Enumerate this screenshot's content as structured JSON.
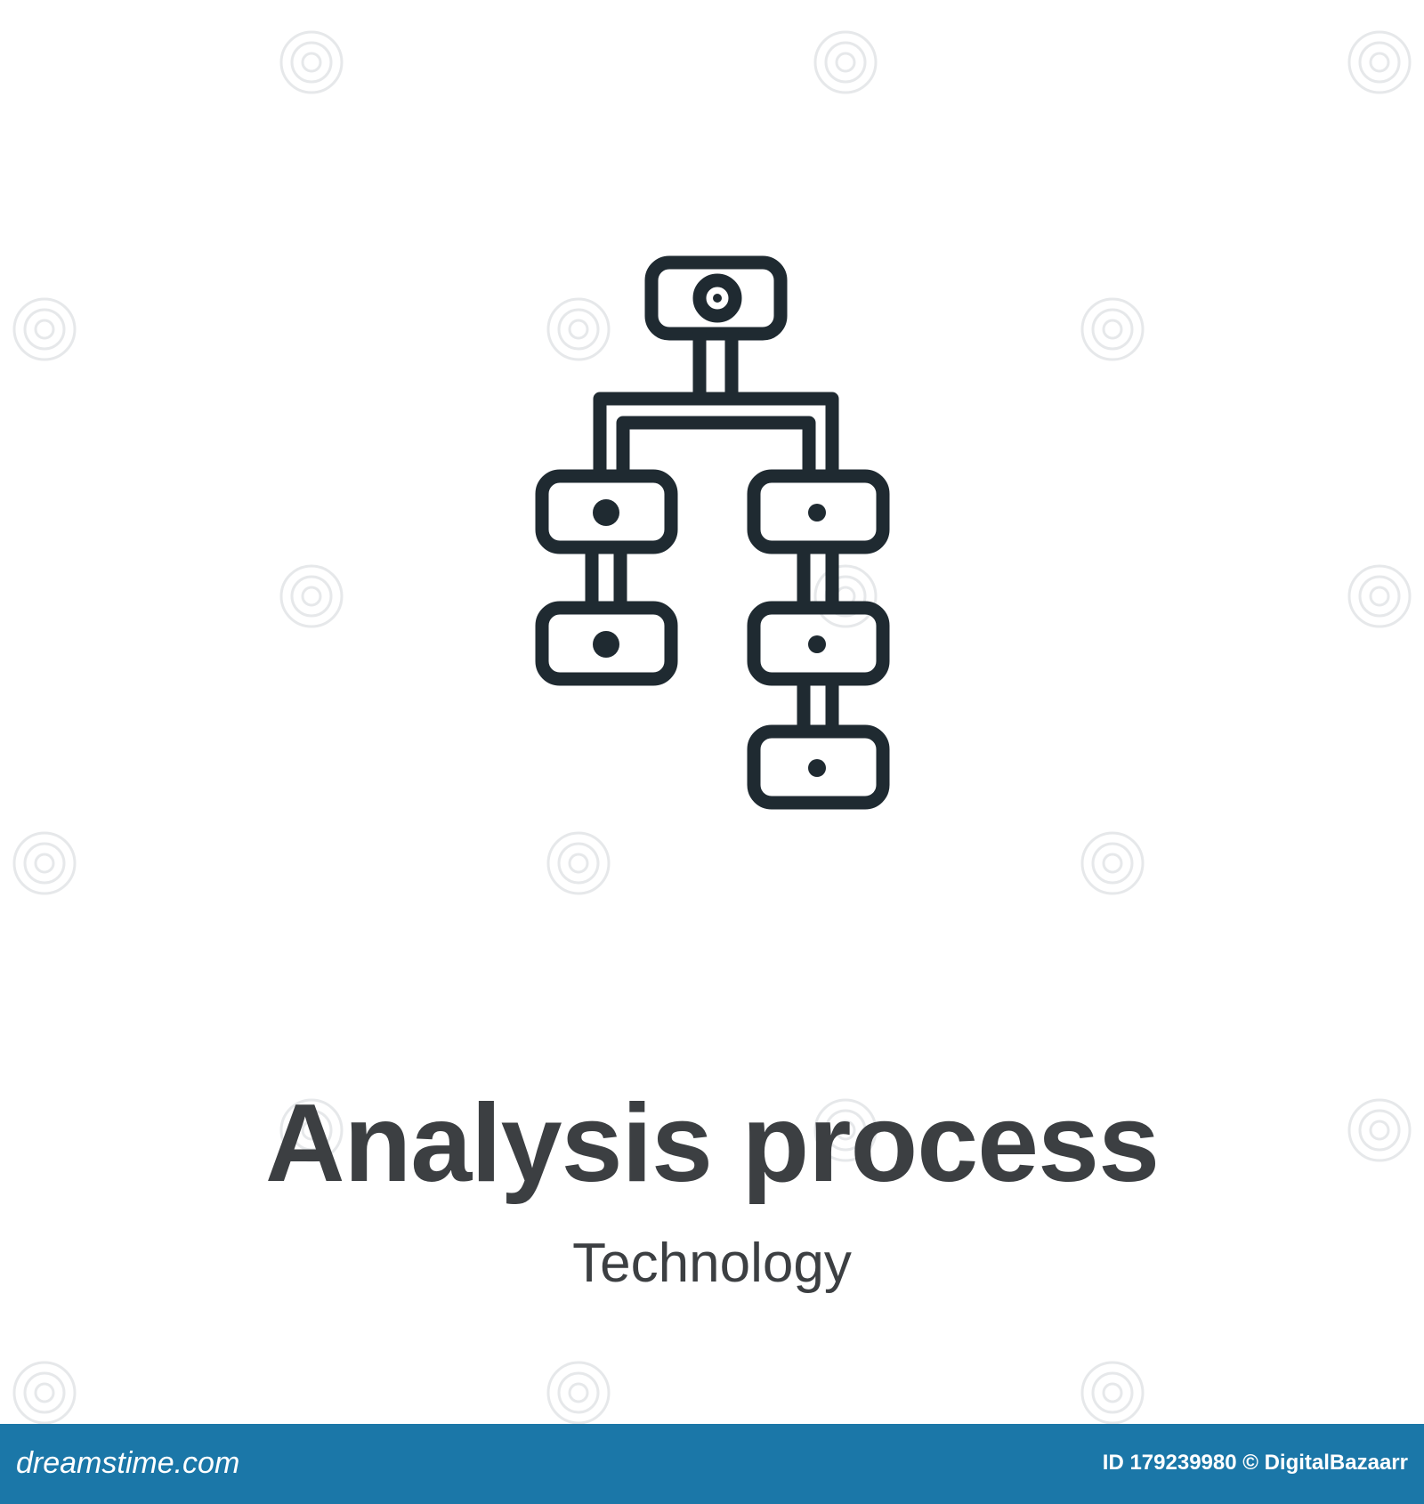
{
  "title": "Analysis process",
  "category": "Technology",
  "footer": {
    "logo_text": "dreamstime.com",
    "id_text": "ID 179239980 © DigitalBazaarr"
  },
  "colors": {
    "icon_stroke": "#1f2a31",
    "title_text": "#3c3f42",
    "footer_bg": "#1b77a8",
    "footer_text": "#ffffff",
    "watermark": "#e6e8ea"
  },
  "icon": "hierarchy-flowchart-icon"
}
